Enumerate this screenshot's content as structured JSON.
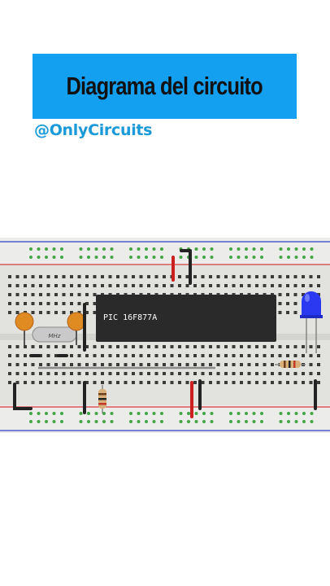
{
  "header": {
    "title": "Diagrama del circuito",
    "handle": "@OnlyCircuits"
  },
  "breadboard": {
    "chip_label": "PIC 16F877A",
    "crystal_label": "MHz",
    "colors": {
      "banner": "#13a0f0",
      "handle": "#1a9ad8",
      "board": "#e2e2de",
      "rail_red": "#d43a3a",
      "rail_blue": "#2f3fc9",
      "rail_dot": "#44a544",
      "chip": "#2a2a2a",
      "led": "#2b3af0",
      "capacitor": "#e08a22",
      "wire_red": "#cc2020",
      "wire_black": "#222222"
    },
    "icons": [
      "pic-chip",
      "blue-led",
      "ceramic-capacitor",
      "crystal-oscillator",
      "resistor",
      "jumper-wire"
    ]
  }
}
